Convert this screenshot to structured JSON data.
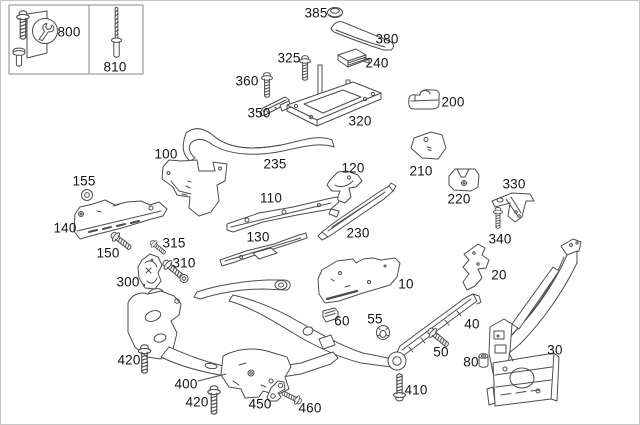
{
  "diagram": {
    "kind": "vehicle-body-parts-exploded-diagram",
    "background_color": "#ffffff",
    "line_color": "#4d4d4d",
    "label_color": "#141414",
    "border_color": "#c6c6c6"
  },
  "legend": {
    "icon": "wrench-circle-icon",
    "items": [
      {
        "label": "800",
        "icon": "fastener-kit-icon"
      },
      {
        "label": "810",
        "icon": "rivet-icon"
      }
    ]
  },
  "callouts": {
    "p800": "800",
    "p810": "810",
    "p385": "385",
    "p380": "380",
    "p325": "325",
    "p240": "240",
    "p360": "360",
    "p350": "350",
    "p320": "320",
    "p200": "200",
    "p100": "100",
    "p235": "235",
    "p120": "120",
    "p210": "210",
    "p155": "155",
    "p330": "330",
    "p220": "220",
    "p110": "110",
    "p140": "140",
    "p130": "130",
    "p230": "230",
    "p150": "150",
    "p315": "315",
    "p310": "310",
    "p340": "340",
    "p300": "300",
    "p10": "10",
    "p20": "20",
    "p60": "60",
    "p55": "55",
    "p40": "40",
    "p50": "50",
    "p80": "80",
    "p30": "30",
    "p400": "400",
    "p410": "410",
    "p420a": "420",
    "p420b": "420",
    "p450": "450",
    "p460": "460"
  },
  "parts": [
    {
      "callout": "800",
      "shape": "fastener-set-with-wrench-symbol"
    },
    {
      "callout": "810",
      "shape": "rivet"
    },
    {
      "callout": "385",
      "shape": "grommet"
    },
    {
      "callout": "380",
      "shape": "molding-strip"
    },
    {
      "callout": "325",
      "shape": "bolt"
    },
    {
      "callout": "240",
      "shape": "finned-module"
    },
    {
      "callout": "360",
      "shape": "bolt"
    },
    {
      "callout": "350",
      "shape": "strip"
    },
    {
      "callout": "320",
      "shape": "tray-assembly"
    },
    {
      "callout": "200",
      "shape": "clip-bracket"
    },
    {
      "callout": "100",
      "shape": "panel-bracket"
    },
    {
      "callout": "235",
      "shape": "curved-rail"
    },
    {
      "callout": "120",
      "shape": "bracket"
    },
    {
      "callout": "210",
      "shape": "plate"
    },
    {
      "callout": "155",
      "shape": "grommet-ring"
    },
    {
      "callout": "330",
      "shape": "l-bracket"
    },
    {
      "callout": "220",
      "shape": "clamp"
    },
    {
      "callout": "110",
      "shape": "long-bracket"
    },
    {
      "callout": "140",
      "shape": "panel"
    },
    {
      "callout": "130",
      "shape": "thin-bracket"
    },
    {
      "callout": "230",
      "shape": "diagonal-rail"
    },
    {
      "callout": "150",
      "shape": "bolt"
    },
    {
      "callout": "315",
      "shape": "bolt"
    },
    {
      "callout": "310",
      "shape": "bolt-with-washer"
    },
    {
      "callout": "340",
      "shape": "bolt"
    },
    {
      "callout": "300",
      "shape": "bracket"
    },
    {
      "callout": "10",
      "shape": "floor-panel"
    },
    {
      "callout": "20",
      "shape": "bracket"
    },
    {
      "callout": "60",
      "shape": "small-block"
    },
    {
      "callout": "55",
      "shape": "grommet"
    },
    {
      "callout": "40",
      "shape": "sill-rail"
    },
    {
      "callout": "50",
      "shape": "bolt"
    },
    {
      "callout": "80",
      "shape": "sleeve"
    },
    {
      "callout": "30",
      "shape": "a-pillar-frame"
    },
    {
      "callout": "400",
      "shape": "subframe-crossmember"
    },
    {
      "callout": "410",
      "shape": "bolt"
    },
    {
      "callout": "420",
      "shape": "bolt"
    },
    {
      "callout": "450",
      "shape": "bracket"
    },
    {
      "callout": "460",
      "shape": "bolt"
    }
  ]
}
